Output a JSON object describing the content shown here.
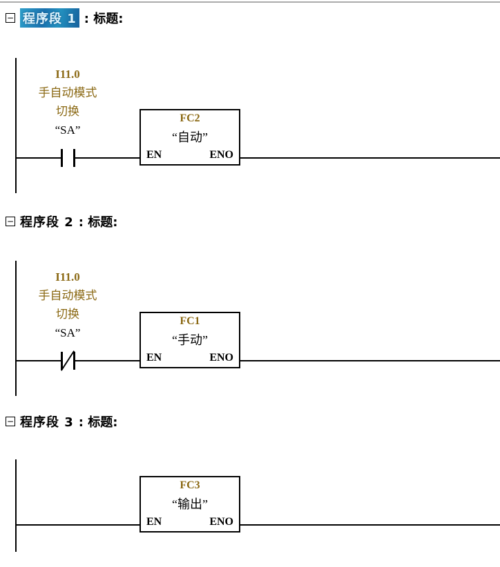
{
  "app": "STEP7-LAD-editor",
  "colors": {
    "address_text": "#8b6914",
    "wire": "#000000",
    "selection_highlight": "#1a71ae",
    "selection_text": "#e2f6ff",
    "top_divider": "#ababab",
    "background": "#ffffff"
  },
  "icons": {
    "collapse_minus": "−"
  },
  "networks": [
    {
      "header": {
        "label": "程序段 1",
        "suffix": ": 标题:",
        "selected": true
      },
      "contact": {
        "address": "I11.0",
        "comment1": "手自动模式",
        "comment2": "切换",
        "symbol": "“SA”",
        "kind": "NO"
      },
      "block": {
        "fc": "FC2",
        "name": "“自动”",
        "en_label": "EN",
        "eno_label": "ENO"
      }
    },
    {
      "header": {
        "label": "程序段 2",
        "suffix": ": 标题:",
        "selected": false
      },
      "contact": {
        "address": "I11.0",
        "comment1": "手自动模式",
        "comment2": "切换",
        "symbol": "“SA”",
        "kind": "NC"
      },
      "block": {
        "fc": "FC1",
        "name": "“手动”",
        "en_label": "EN",
        "eno_label": "ENO"
      }
    },
    {
      "header": {
        "label": "程序段 3",
        "suffix": ": 标题:",
        "selected": false
      },
      "contact": null,
      "block": {
        "fc": "FC3",
        "name": "“输出”",
        "en_label": "EN",
        "eno_label": "ENO"
      }
    }
  ]
}
